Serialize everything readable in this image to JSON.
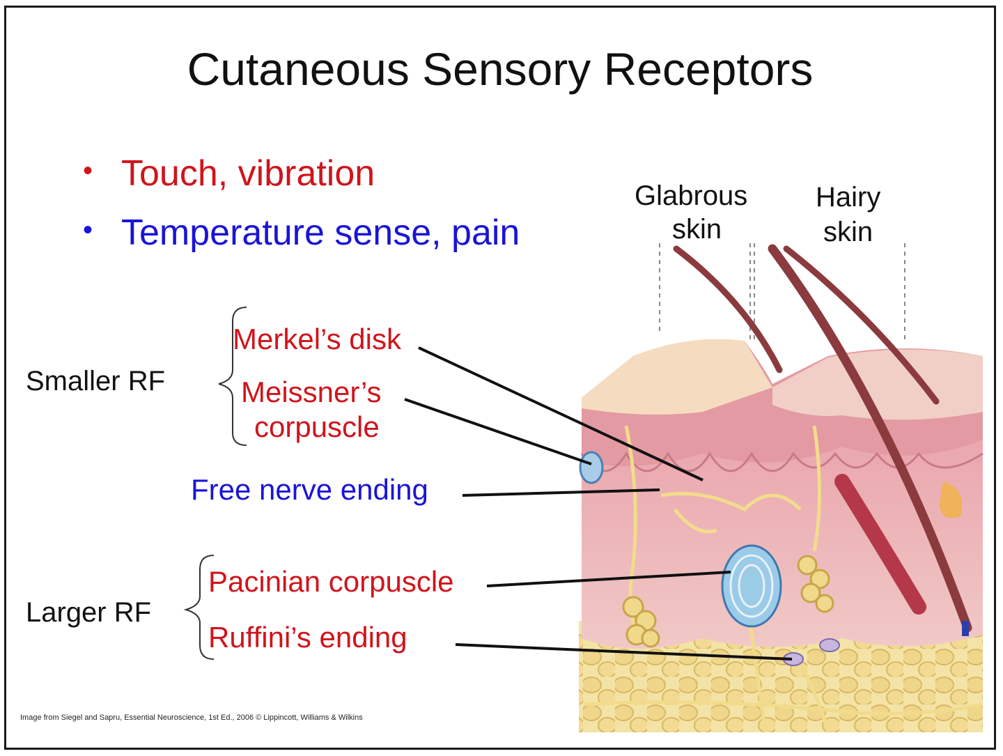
{
  "title": "Cutaneous Sensory Receptors",
  "bullets": [
    {
      "text": "Touch, vibration",
      "color": "#d0141c"
    },
    {
      "text": "Temperature sense, pain",
      "color": "#1a14d6"
    }
  ],
  "skin_labels": {
    "glabrous_line1": "Glabrous",
    "glabrous_line2": "skin",
    "hairy_line1": "Hairy",
    "hairy_line2": "skin"
  },
  "groups": {
    "smaller": "Smaller RF",
    "larger": "Larger RF"
  },
  "receptors": {
    "merkel": "Merkel’s disk",
    "meissner_line1": "Meissner’s",
    "meissner_line2": "corpuscle",
    "free_nerve": "Free nerve ending",
    "pacinian": "Pacinian corpuscle",
    "ruffini": "Ruffini’s ending"
  },
  "credit": "Image from Siegel and Sapru, Essential Neuroscience, 1st Ed., 2006 © Lippincott, Williams & Wilkins",
  "colors": {
    "touch_red": "#d0141c",
    "temperature_blue": "#1a14d6",
    "epidermis": "#e8a6ac",
    "dermis": "#eec2c2",
    "fat": "#f0d98a",
    "skin_surface": "#f5dcc0"
  }
}
